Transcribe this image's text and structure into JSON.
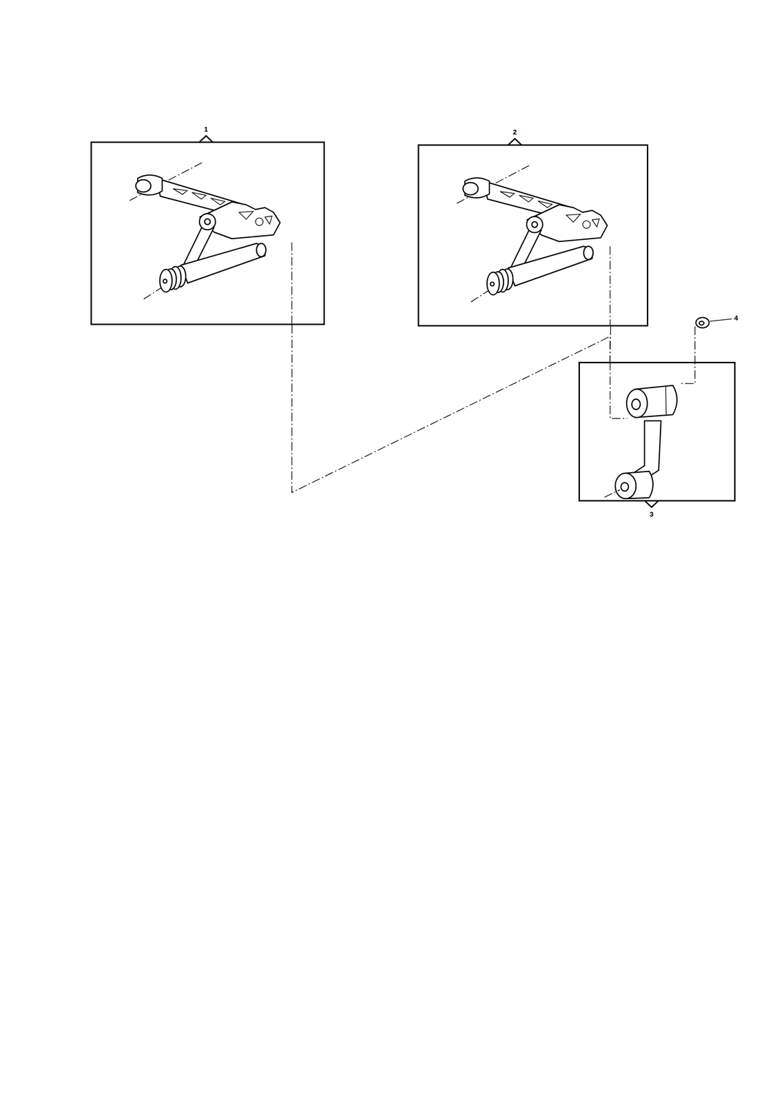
{
  "diagram": {
    "nodes": [
      {
        "text": [
          "1"
        ]
      },
      {
        "text": [
          "2"
        ]
      },
      {
        "text": [
          "3"
        ]
      }
    ],
    "edges": [
      {
        "from": 0,
        "to": 2,
        "arrow": "none"
      },
      {
        "from": 1,
        "to": 2,
        "arrow": "none"
      }
    ],
    "labels": [
      "4"
    ]
  }
}
